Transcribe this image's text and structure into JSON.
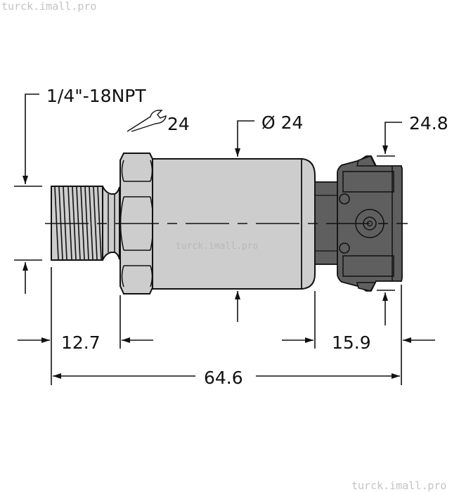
{
  "watermarks": {
    "top_left": "turck.imall.pro",
    "center": "turck.imall.pro",
    "bottom_right": "turck.imall.pro"
  },
  "dimensions": {
    "thread": "1/4\"-18NPT",
    "wrench_size": "24",
    "body_diameter": "Ø 24",
    "connector_height": "24.8",
    "thread_length": "12.7",
    "connector_length": "15.9",
    "overall_length": "64.6"
  },
  "icons": {
    "wrench": "wrench-icon"
  },
  "colors": {
    "body_fill": "#cdcdcd",
    "connector_fill": "#5f5f5f",
    "line": "#111111",
    "watermark": "#c4c4c4"
  }
}
